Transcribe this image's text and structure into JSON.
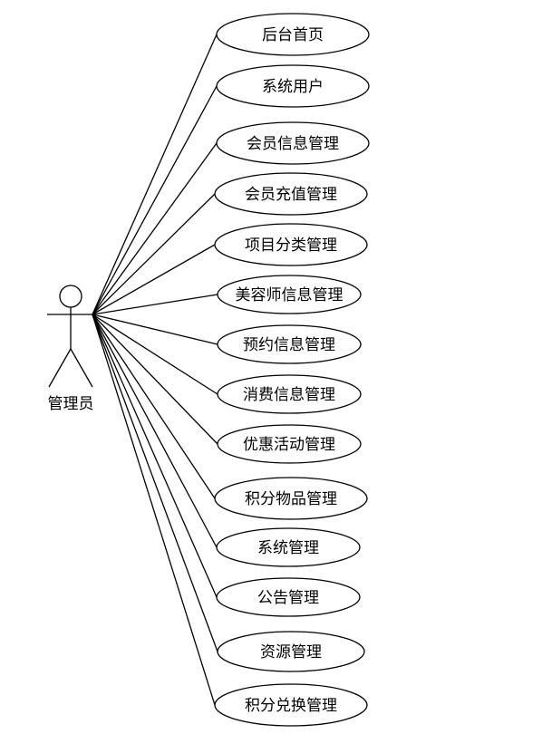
{
  "actor": {
    "name": "管理员"
  },
  "use_cases": [
    {
      "label": "后台首页"
    },
    {
      "label": "系统用户"
    },
    {
      "label": "会员信息管理"
    },
    {
      "label": "会员充值管理"
    },
    {
      "label": "项目分类管理"
    },
    {
      "label": "美容师信息管理"
    },
    {
      "label": "预约信息管理"
    },
    {
      "label": "消费信息管理"
    },
    {
      "label": "优惠活动管理"
    },
    {
      "label": "积分物品管理"
    },
    {
      "label": "系统管理"
    },
    {
      "label": "公告管理"
    },
    {
      "label": "资源管理"
    },
    {
      "label": "积分兑换管理"
    }
  ]
}
